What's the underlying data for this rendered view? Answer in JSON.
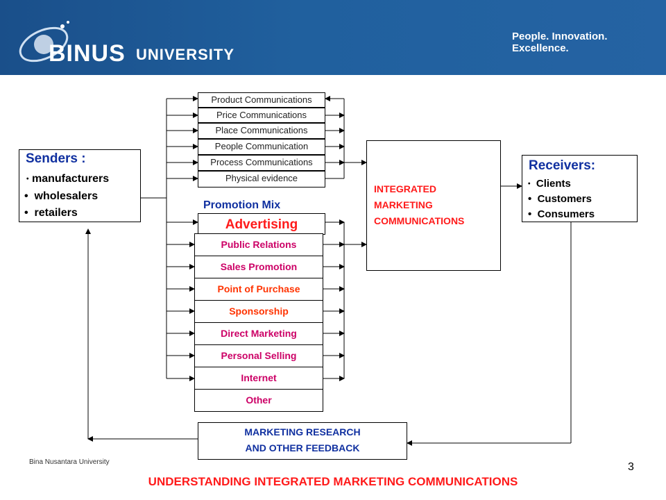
{
  "header": {
    "logo_brand": "BINUS",
    "logo_unit": "UNIVERSITY",
    "tagline": "People. Innovation. Excellence."
  },
  "senders": {
    "title": "Senders :",
    "items": [
      "manufacturers",
      "wholesalers",
      "retailers"
    ]
  },
  "communications": [
    "Product Communications",
    "Price Communications",
    "Place Communications",
    "People Communication",
    "Process Communications",
    "Physical evidence"
  ],
  "promotion_mix": {
    "label": "Promotion Mix",
    "advertising": "Advertising",
    "items": [
      "Public Relations",
      "Sales Promotion",
      "Point of Purchase",
      "Sponsorship",
      "Direct Marketing",
      "Personal Selling",
      "Internet",
      "Other"
    ]
  },
  "imc": {
    "lines": [
      "INTEGRATED",
      "MARKETING",
      "COMMUNICATIONS"
    ]
  },
  "receivers": {
    "title": "Receivers:",
    "items": [
      "Clients",
      "Customers",
      "Consumers"
    ]
  },
  "feedback": {
    "lines": [
      "MARKETING RESEARCH",
      "AND OTHER FEEDBACK"
    ]
  },
  "footer": {
    "org": "Bina Nusantara University",
    "page_number": "3",
    "title": "UNDERSTANDING INTEGRATED MARKETING COMMUNICATIONS"
  },
  "colors": {
    "header_blue": "#1f5c99",
    "title_red": "#ff1a1a",
    "senders_blue": "#1030a0",
    "promo_magenta": "#cc0066",
    "promo_orange": "#ff3300"
  }
}
